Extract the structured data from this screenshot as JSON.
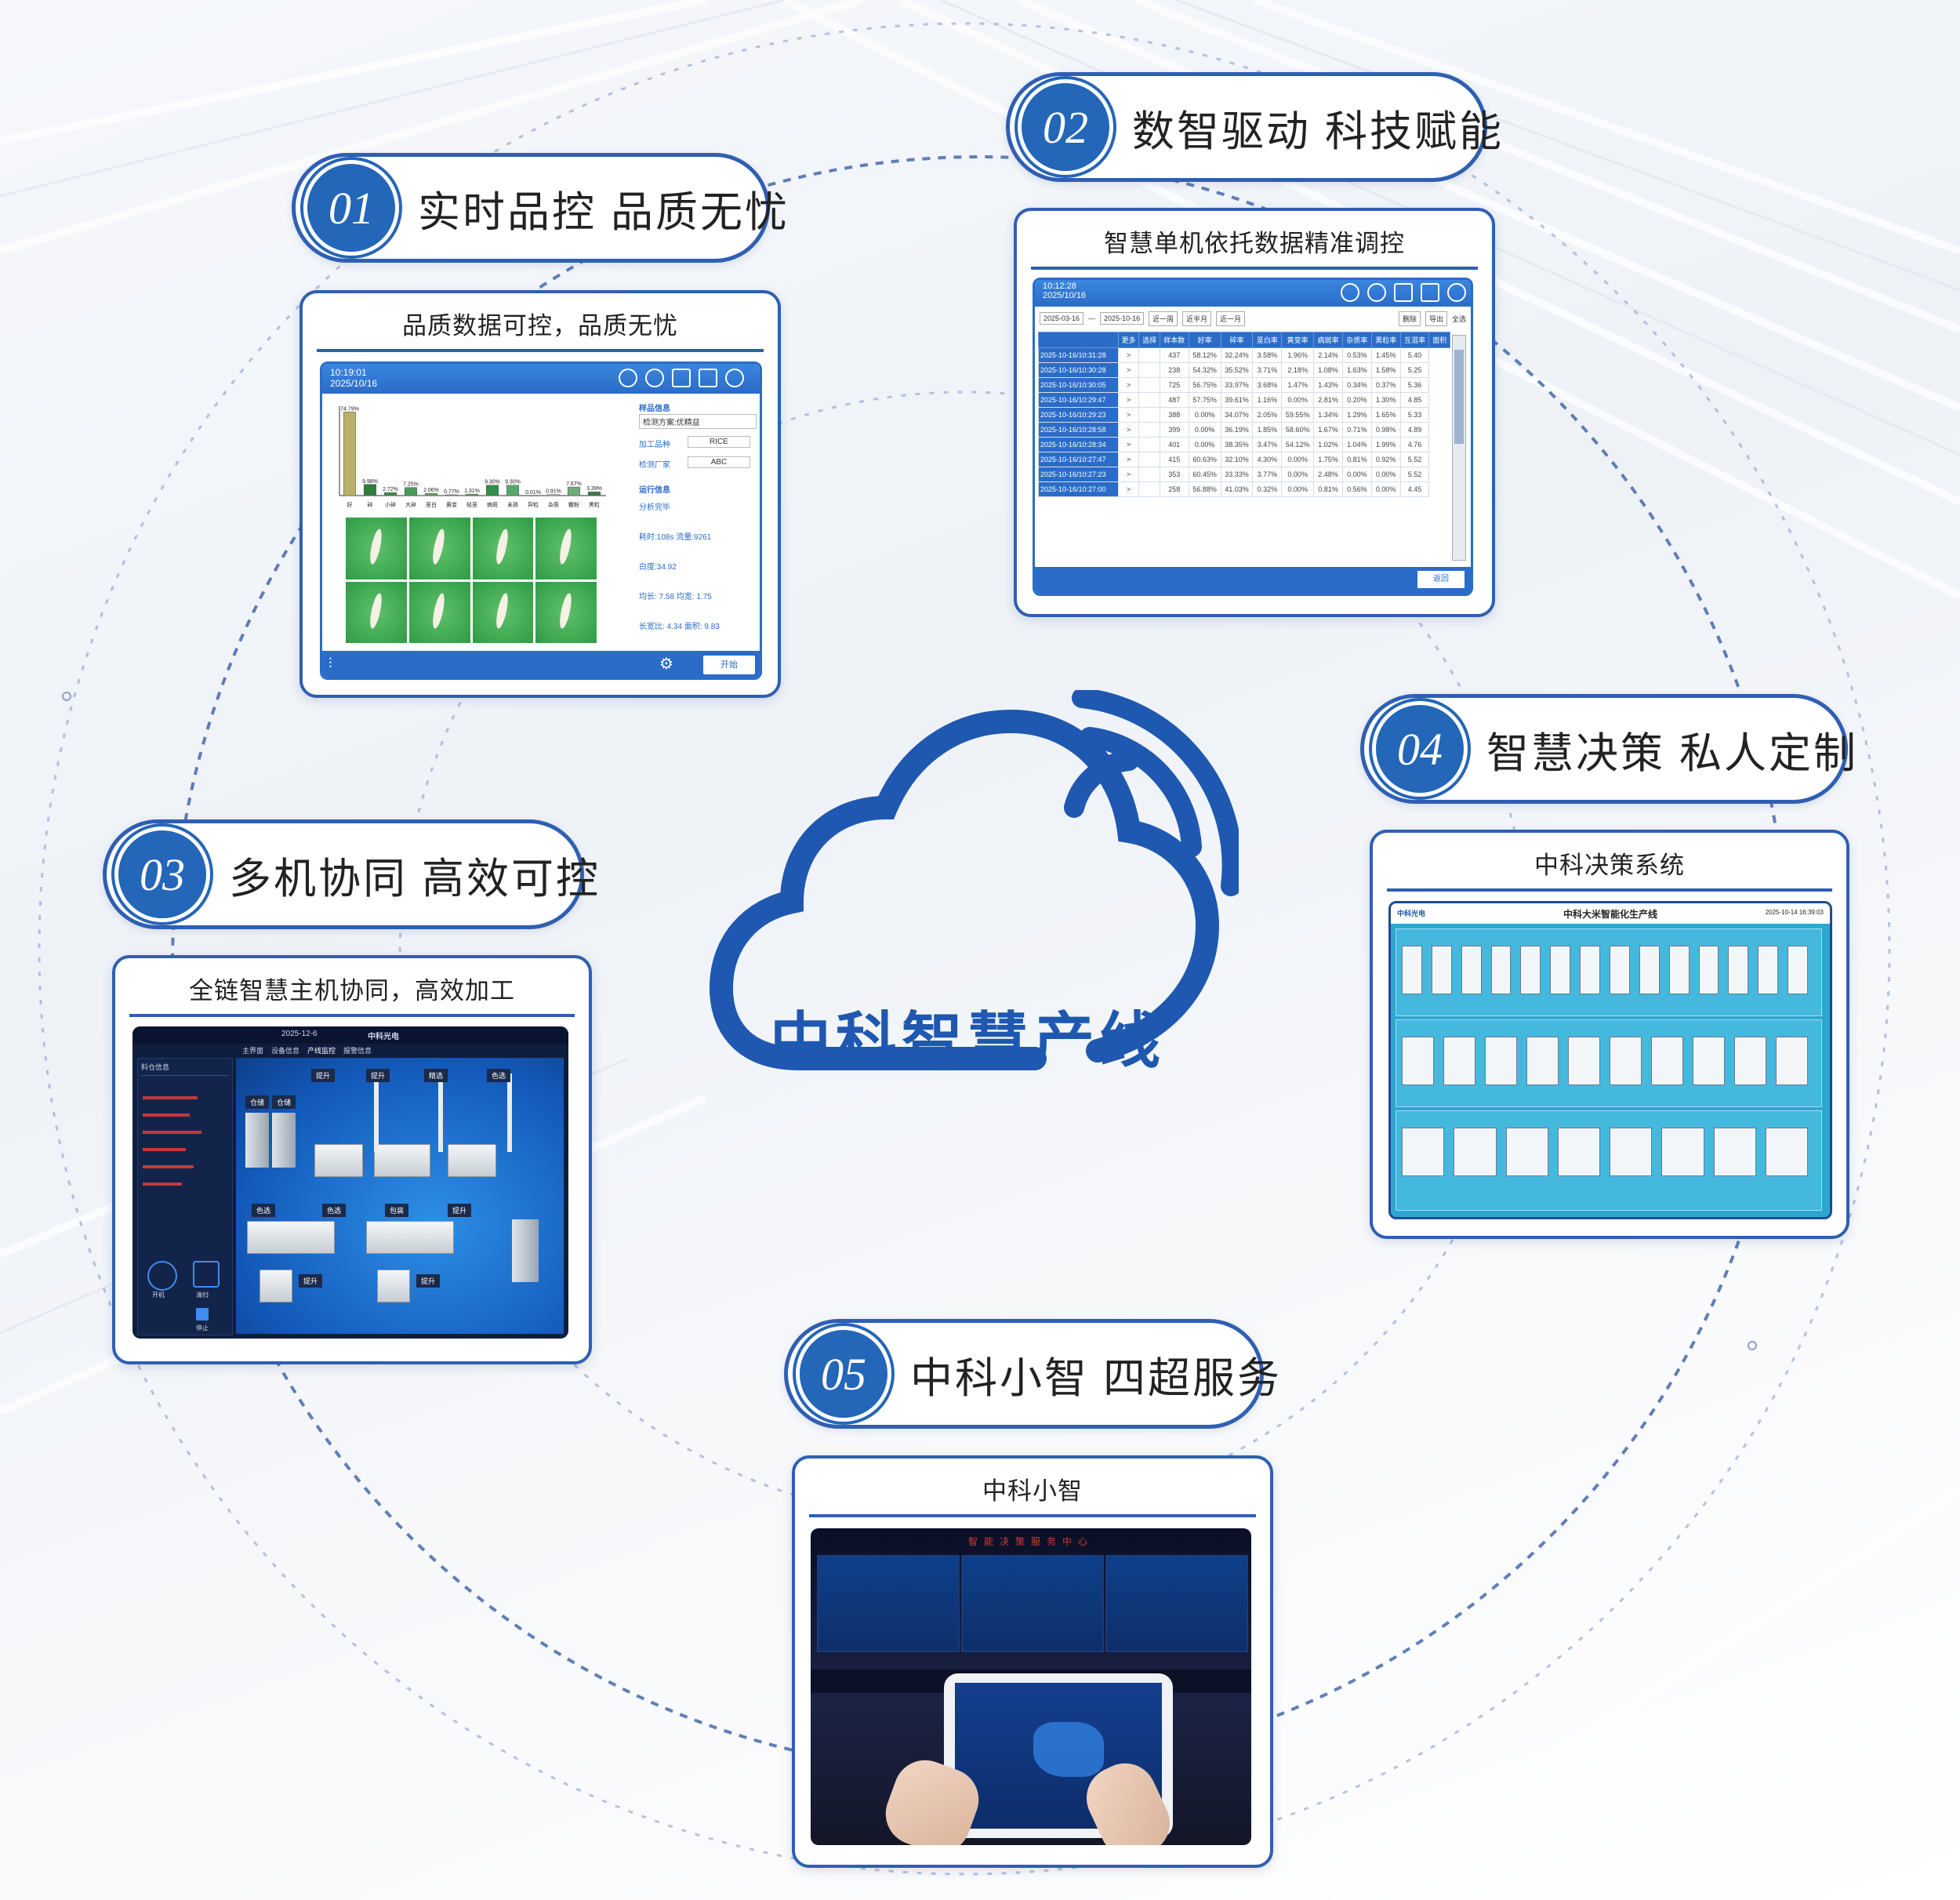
{
  "center": {
    "title": "中科智慧产线"
  },
  "features": [
    {
      "num": "01",
      "title": "实时品控  品质无忧",
      "card_title": "品质数据可控，品质无忧"
    },
    {
      "num": "02",
      "title": "数智驱动  科技赋能",
      "card_title": "智慧单机依托数据精准调控"
    },
    {
      "num": "03",
      "title": "多机协同  高效可控",
      "card_title": "全链智慧主机协同，高效加工"
    },
    {
      "num": "04",
      "title": "智慧决策  私人定制",
      "card_title": "中科决策系统"
    },
    {
      "num": "05",
      "title": "中科小智  四超服务",
      "card_title": "中科小智"
    }
  ],
  "screen1": {
    "time": "10:19:01",
    "date": "2025/10/16",
    "sample_info_label": "样品信息",
    "scheme": "检测方案:优精益",
    "variety_label": "加工品种",
    "variety": "RICE",
    "factory_label": "检测厂家",
    "factory": "ABC",
    "run_info_label": "运行信息",
    "status": "分析完毕",
    "time_flow": "耗时:108s 流量:9261",
    "whiteness": "白度:34.92",
    "length": "均长: 7.58  均宽: 1.75",
    "ratio": "长宽比: 4.34 面积: 9.83",
    "start_button": "开始",
    "chart_data": {
      "type": "bar",
      "values": [
        74.79,
        9.98,
        2.72,
        7.25,
        2.06,
        0.77,
        1.31,
        9.3,
        9.3,
        0.01,
        0.91,
        7.67,
        3.39
      ],
      "data_labels": [
        "74.79%",
        "9.98%",
        "2.72%",
        "7.25%",
        "2.06%",
        "0.77%",
        "1.31%",
        "9.30%",
        "9.30%",
        "0.01%",
        "0.91%",
        "7.67%",
        "3.39%"
      ],
      "categories": [
        "好",
        "碎",
        "小碎",
        "大碎",
        "垩白",
        "黄变",
        "轻垩",
        "病斑",
        "未熟",
        "异粒",
        "杂质",
        "糠粉",
        "黑粒"
      ],
      "ylim": [
        0,
        80
      ]
    }
  },
  "screen2": {
    "time": "10:12:28",
    "date": "2025/10/16",
    "date_from": "2025-03-16",
    "date_to": "2025-10-16",
    "range_buttons": [
      "近一周",
      "近半月",
      "近一月"
    ],
    "delete_button": "删除",
    "export_button": "导出",
    "select_all": "全选",
    "back_button": "返回",
    "columns": [
      "更多",
      "选择",
      "样本数",
      "好率",
      "碎率",
      "垩白率",
      "黄变率",
      "病斑率",
      "杂质率",
      "黑粒率",
      "互混率",
      "面积"
    ],
    "rows": [
      [
        "2025-10-16/10:31:28",
        ">",
        "",
        "437",
        "58.12%",
        "32.24%",
        "3.58%",
        "1.96%",
        "2.14%",
        "0.53%",
        "1.45%",
        "5.40"
      ],
      [
        "2025-10-16/10:30:28",
        ">",
        "",
        "238",
        "54.32%",
        "35.52%",
        "3.71%",
        "2.18%",
        "1.08%",
        "1.63%",
        "1.58%",
        "5.25"
      ],
      [
        "2025-10-16/10:30:05",
        ">",
        "",
        "725",
        "56.75%",
        "33.97%",
        "3.68%",
        "1.47%",
        "1.43%",
        "0.34%",
        "0.37%",
        "5.36"
      ],
      [
        "2025-10-16/10:29:47",
        ">",
        "",
        "487",
        "57.75%",
        "39.61%",
        "1.16%",
        "0.00%",
        "2.81%",
        "0.20%",
        "1.30%",
        "4.85"
      ],
      [
        "2025-10-16/10:29:23",
        ">",
        "",
        "388",
        "0.00%",
        "34.07%",
        "2.05%",
        "59.55%",
        "1.34%",
        "1.29%",
        "1.65%",
        "5.33"
      ],
      [
        "2025-10-16/10:28:58",
        ">",
        "",
        "399",
        "0.00%",
        "36.19%",
        "1.85%",
        "58.60%",
        "1.67%",
        "0.71%",
        "0.98%",
        "4.89"
      ],
      [
        "2025-10-16/10:28:34",
        ">",
        "",
        "401",
        "0.00%",
        "38.35%",
        "3.47%",
        "54.12%",
        "1.02%",
        "1.04%",
        "1.99%",
        "4.76"
      ],
      [
        "2025-10-16/10:27:47",
        ">",
        "",
        "415",
        "60.63%",
        "32.10%",
        "4.30%",
        "0.00%",
        "1.75%",
        "0.81%",
        "0.92%",
        "5.52"
      ],
      [
        "2025-10-16/10:27:23",
        ">",
        "",
        "353",
        "60.45%",
        "33.33%",
        "3.77%",
        "0.00%",
        "2.48%",
        "0.00%",
        "0.00%",
        "5.52"
      ],
      [
        "2025-10-16/10:27:00",
        ">",
        "",
        "258",
        "56.88%",
        "41.03%",
        "0.32%",
        "0.00%",
        "0.81%",
        "0.56%",
        "0.00%",
        "4.45"
      ]
    ]
  },
  "screen3": {
    "logo": "中科光电",
    "date": "2025-12-6",
    "tabs": [
      "主界面",
      "设备信息",
      "产线监控",
      "报警信息"
    ],
    "sidebar_title": "料仓信息",
    "power_label": "开机",
    "clean_label": "清扫",
    "stop_label": "停止",
    "labels": [
      "仓储",
      "仓储",
      "提升",
      "提升",
      "精选",
      "色选",
      "色选",
      "色选",
      "包装",
      "提升",
      "提升",
      "提升"
    ]
  },
  "screen4": {
    "logo": "中科光电",
    "title": "中科大米智能化生产线",
    "datetime": "2025-10-14 16:39:03"
  },
  "screen5": {
    "banner": "智能决策服务中心"
  },
  "colors": {
    "brand_blue": "#2f5fb3",
    "badge_blue": "#2466b8"
  }
}
